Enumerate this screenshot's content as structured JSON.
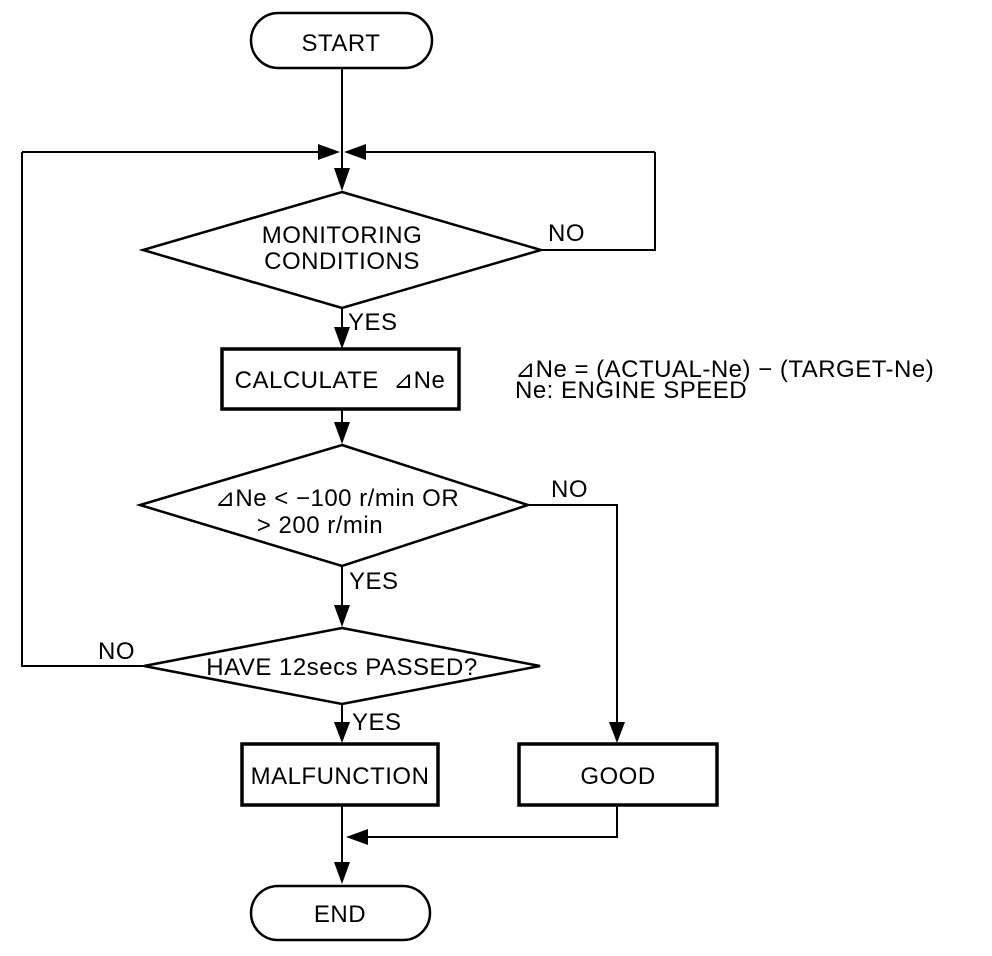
{
  "diagram": {
    "background": "#ffffff",
    "line_color": "#000000",
    "nodes": {
      "start": {
        "type": "terminator",
        "label": "START"
      },
      "monitoring_conditions": {
        "type": "decision",
        "line1": "MONITORING",
        "line2": "CONDITIONS"
      },
      "calculate_dne": {
        "type": "process",
        "label": "CALCULATE  ⊿Ne"
      },
      "dne_threshold": {
        "type": "decision",
        "line1": "⊿Ne < −100 r/min OR",
        "line2": "> 200 r/min"
      },
      "twelve_secs": {
        "type": "decision",
        "label": "HAVE 12secs PASSED?"
      },
      "malfunction": {
        "type": "process",
        "label": "MALFUNCTION"
      },
      "good": {
        "type": "process",
        "label": "GOOD"
      },
      "end": {
        "type": "terminator",
        "label": "END"
      }
    },
    "edge_labels": {
      "monitoring_no": "NO",
      "monitoring_yes": "YES",
      "dne_no": "NO",
      "dne_yes": "YES",
      "twelve_no": "NO",
      "twelve_yes": "YES"
    },
    "annotation": {
      "line1": "⊿Ne = (ACTUAL-Ne) − (TARGET-Ne)",
      "line2": "Ne: ENGINE SPEED"
    },
    "edges": [
      {
        "from": "start",
        "to": "loop_junction"
      },
      {
        "from": "loop_junction",
        "to": "monitoring_conditions"
      },
      {
        "from": "monitoring_conditions",
        "to": "loop_junction",
        "label": "NO"
      },
      {
        "from": "monitoring_conditions",
        "to": "calculate_dne",
        "label": "YES"
      },
      {
        "from": "calculate_dne",
        "to": "dne_threshold"
      },
      {
        "from": "dne_threshold",
        "to": "good",
        "label": "NO"
      },
      {
        "from": "dne_threshold",
        "to": "twelve_secs",
        "label": "YES"
      },
      {
        "from": "twelve_secs",
        "to": "loop_junction",
        "label": "NO"
      },
      {
        "from": "twelve_secs",
        "to": "malfunction",
        "label": "YES"
      },
      {
        "from": "malfunction",
        "to": "end"
      },
      {
        "from": "good",
        "to": "end"
      }
    ]
  }
}
